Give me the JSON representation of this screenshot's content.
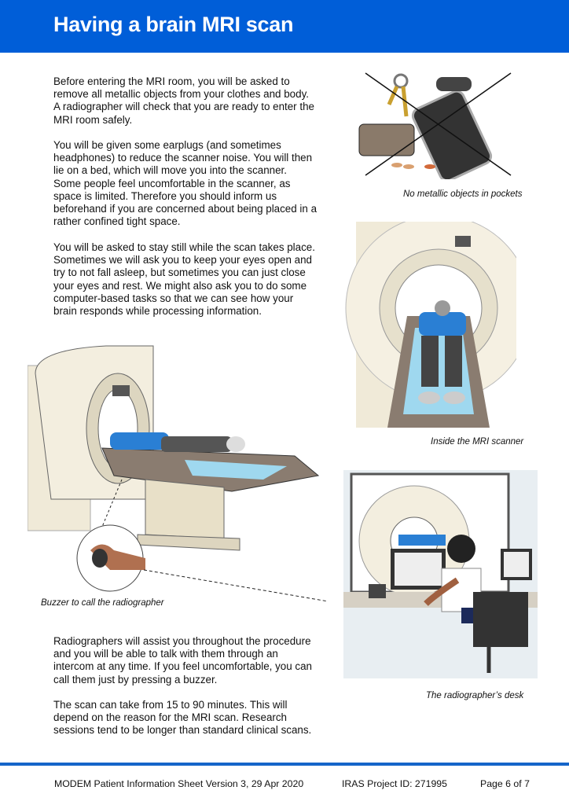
{
  "header": {
    "title": "Having a brain MRI scan"
  },
  "paragraphs": [
    "Before entering the MRI room, you will be asked to remove all metallic objects from your clothes and body. A radiographer will check that you are ready to enter the MRI room safely.",
    "You will be given some earplugs (and sometimes headphones) to reduce the scanner noise. You will then lie on a bed, which will move you into the scanner. Some people feel uncomfortable in the scanner, as space is limited. Therefore you should inform us beforehand if you are concerned about being placed in a rather confined tight space.",
    "You will be asked to stay still while the scan takes place. Sometimes we will ask you to keep your eyes open and try to not fall asleep, but sometimes you can just close your eyes and rest. We might also ask you to do some computer-based tasks so that we can see how your brain responds while processing information.",
    "Radiographers will assist you throughout the procedure and you will be able to talk with them through an intercom at any time. If you feel uncomfortable, you can call them just by pressing a buzzer.",
    "The scan can take from 15 to 90 minutes. This will depend on the reason for the MRI scan. Research sessions tend to be longer than standard clinical scans."
  ],
  "captions": {
    "metal": "No metallic objects in pockets",
    "scanner": "Inside the MRI scanner",
    "buzzer": "Buzzer to call the radiographer",
    "desk": "The radiographer’s desk"
  },
  "footer": {
    "document": "MODEM Patient Information Sheet Version 3, 29 Apr 2020",
    "project": "IRAS Project ID: 271995",
    "page": "Page 6 of 7"
  },
  "colors": {
    "brand": "#005ed8"
  }
}
